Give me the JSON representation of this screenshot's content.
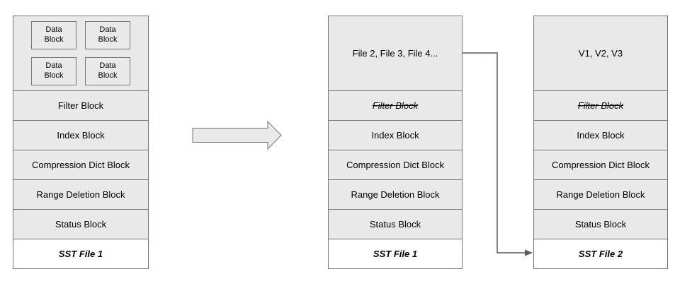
{
  "colors": {
    "block_fill": "#e9e9e9",
    "block_border": "#6e7884",
    "footer_fill": "#ffffff",
    "connector": "#4e5a6b",
    "text": "#000000"
  },
  "columns": [
    {
      "data_blocks": [
        "Data Block",
        "Data Block",
        "Data Block",
        "Data Block"
      ],
      "rows": [
        {
          "label": "Filter Block",
          "struck": false
        },
        {
          "label": "Index Block",
          "struck": false
        },
        {
          "label": "Compression Dict Block",
          "struck": false
        },
        {
          "label": "Range Deletion Block",
          "struck": false
        },
        {
          "label": "Status Block",
          "struck": false
        }
      ],
      "footer": "SST File 1"
    },
    {
      "header": "File 2, File 3, File 4...",
      "rows": [
        {
          "label": "Filter Block",
          "struck": true
        },
        {
          "label": "Index Block",
          "struck": false
        },
        {
          "label": "Compression Dict Block",
          "struck": false
        },
        {
          "label": "Range Deletion Block",
          "struck": false
        },
        {
          "label": "Status Block",
          "struck": false
        }
      ],
      "footer": "SST File 1"
    },
    {
      "header": "V1, V2, V3",
      "rows": [
        {
          "label": "Filter Block",
          "struck": true
        },
        {
          "label": "Index Block",
          "struck": false
        },
        {
          "label": "Compression Dict Block",
          "struck": false
        },
        {
          "label": "Range Deletion Block",
          "struck": false
        },
        {
          "label": "Status Block",
          "struck": false
        }
      ],
      "footer": "SST File 2"
    }
  ]
}
